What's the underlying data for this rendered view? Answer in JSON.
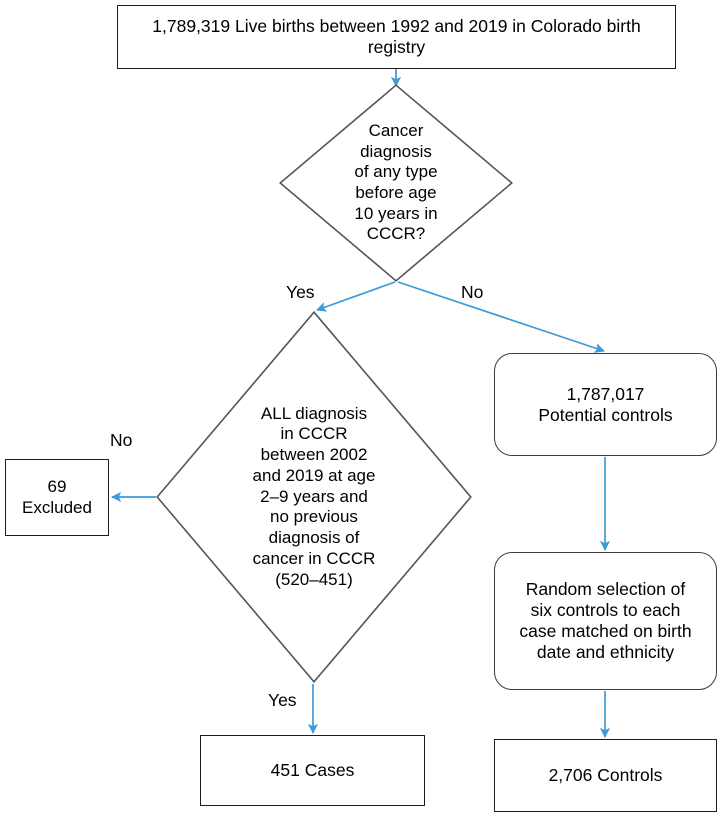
{
  "figure": {
    "type": "flowchart",
    "accent_color": "#3c9ad9",
    "box_border_color": "#1d1d1d",
    "diamond_border_color": "#555555",
    "text_color": "#000000",
    "background_color": "#ffffff"
  },
  "nodes": {
    "births": {
      "shape": "rectangle",
      "text": "1,789,319 Live births between 1992 and 2019 in Colorado birth registry"
    },
    "cancer_question": {
      "shape": "diamond",
      "text": "Cancer\ndiagnosis\nof any type\nbefore age\n10 years in\nCCCR?"
    },
    "all_question": {
      "shape": "diamond",
      "text": "ALL diagnosis\nin CCCR\nbetween 2002\nand 2019 at age\n2–9 years and\nno previous\ndiagnosis of\ncancer in CCCR\n(520–451)"
    },
    "excluded": {
      "shape": "rectangle",
      "text": "69\nExcluded"
    },
    "cases": {
      "shape": "rectangle",
      "text": "451 Cases"
    },
    "potential_controls": {
      "shape": "rounded-rectangle",
      "text": "1,787,017\nPotential controls"
    },
    "random_selection": {
      "shape": "rounded-rectangle",
      "text": "Random selection of\nsix controls to each\ncase matched on birth\ndate and ethnicity"
    },
    "controls": {
      "shape": "rectangle",
      "text": "2,706 Controls"
    }
  },
  "edge_labels": {
    "cancer_yes": "Yes",
    "cancer_no": "No",
    "all_no": "No",
    "all_yes": "Yes"
  }
}
